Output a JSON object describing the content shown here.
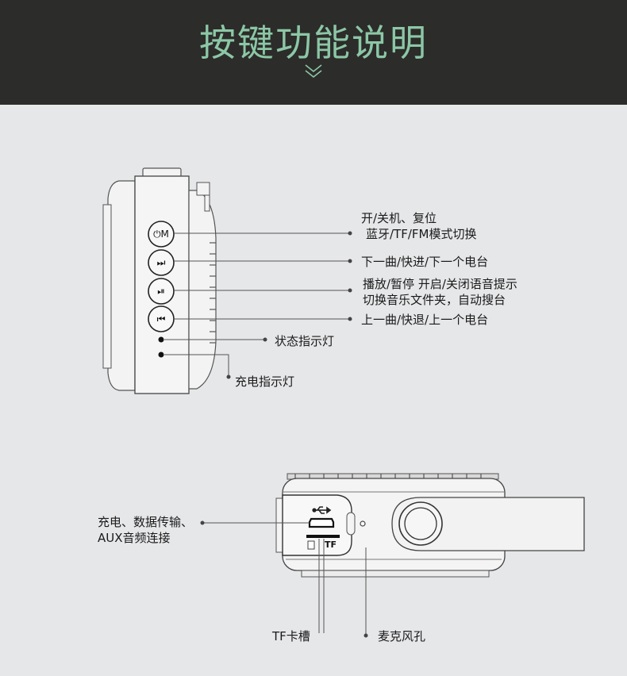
{
  "header": {
    "title": "按键功能说明",
    "chevron_icon": "double-chevron-down-icon",
    "title_color": "#8cc7a6",
    "background": "#2c2c2a"
  },
  "buttons": {
    "power_mode": "⏻M",
    "next": "⏭",
    "play_pause": "⏯",
    "prev": "⏮"
  },
  "labels": {
    "power_line1": "开/关机、复位",
    "power_line2": "蓝牙/TF/FM模式切换",
    "next": "下一曲/快进/下一个电台",
    "play_line1": "播放/暂停 开启/关闭语音提示",
    "play_line2": "切换音乐文件夹，自动搜台",
    "prev": "上一曲/快退/上一个电台",
    "status_led": "状态指示灯",
    "charge_led": "充电指示灯",
    "usb_line1": "充电、数据传输、",
    "usb_line2": "AUX音频连接",
    "tf_slot": "TF卡槽",
    "mic": "麦克风孔",
    "tf_mark": "TF"
  }
}
